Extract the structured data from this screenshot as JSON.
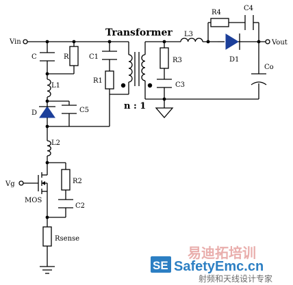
{
  "labels": {
    "transformer": "Transformer",
    "ratio": "n : 1",
    "vin": "Vin",
    "vout": "Vout",
    "vg": "Vg",
    "c": "C",
    "r": "R",
    "c1": "C1",
    "r1": "R1",
    "l1": "L1",
    "d": "D",
    "c5": "C5",
    "l2": "L2",
    "r2": "R2",
    "mos": "MOS",
    "c2": "C2",
    "rsense": "Rsense",
    "r3": "R3",
    "c3": "C3",
    "l3": "L3",
    "r4": "R4",
    "c4": "C4",
    "d1": "D1",
    "co": "Co"
  },
  "watermark": {
    "badge": "SE",
    "brand": "SafetyEmc.cn",
    "brand_cn": "易迪拓培训",
    "subtitle": "射频和天线设计专家"
  },
  "colors": {
    "wire": "#000000",
    "diode_fill": "#1c3f9a",
    "watermark_blue": "#2c7fc3",
    "watermark_pink": "#e7a6a4"
  }
}
